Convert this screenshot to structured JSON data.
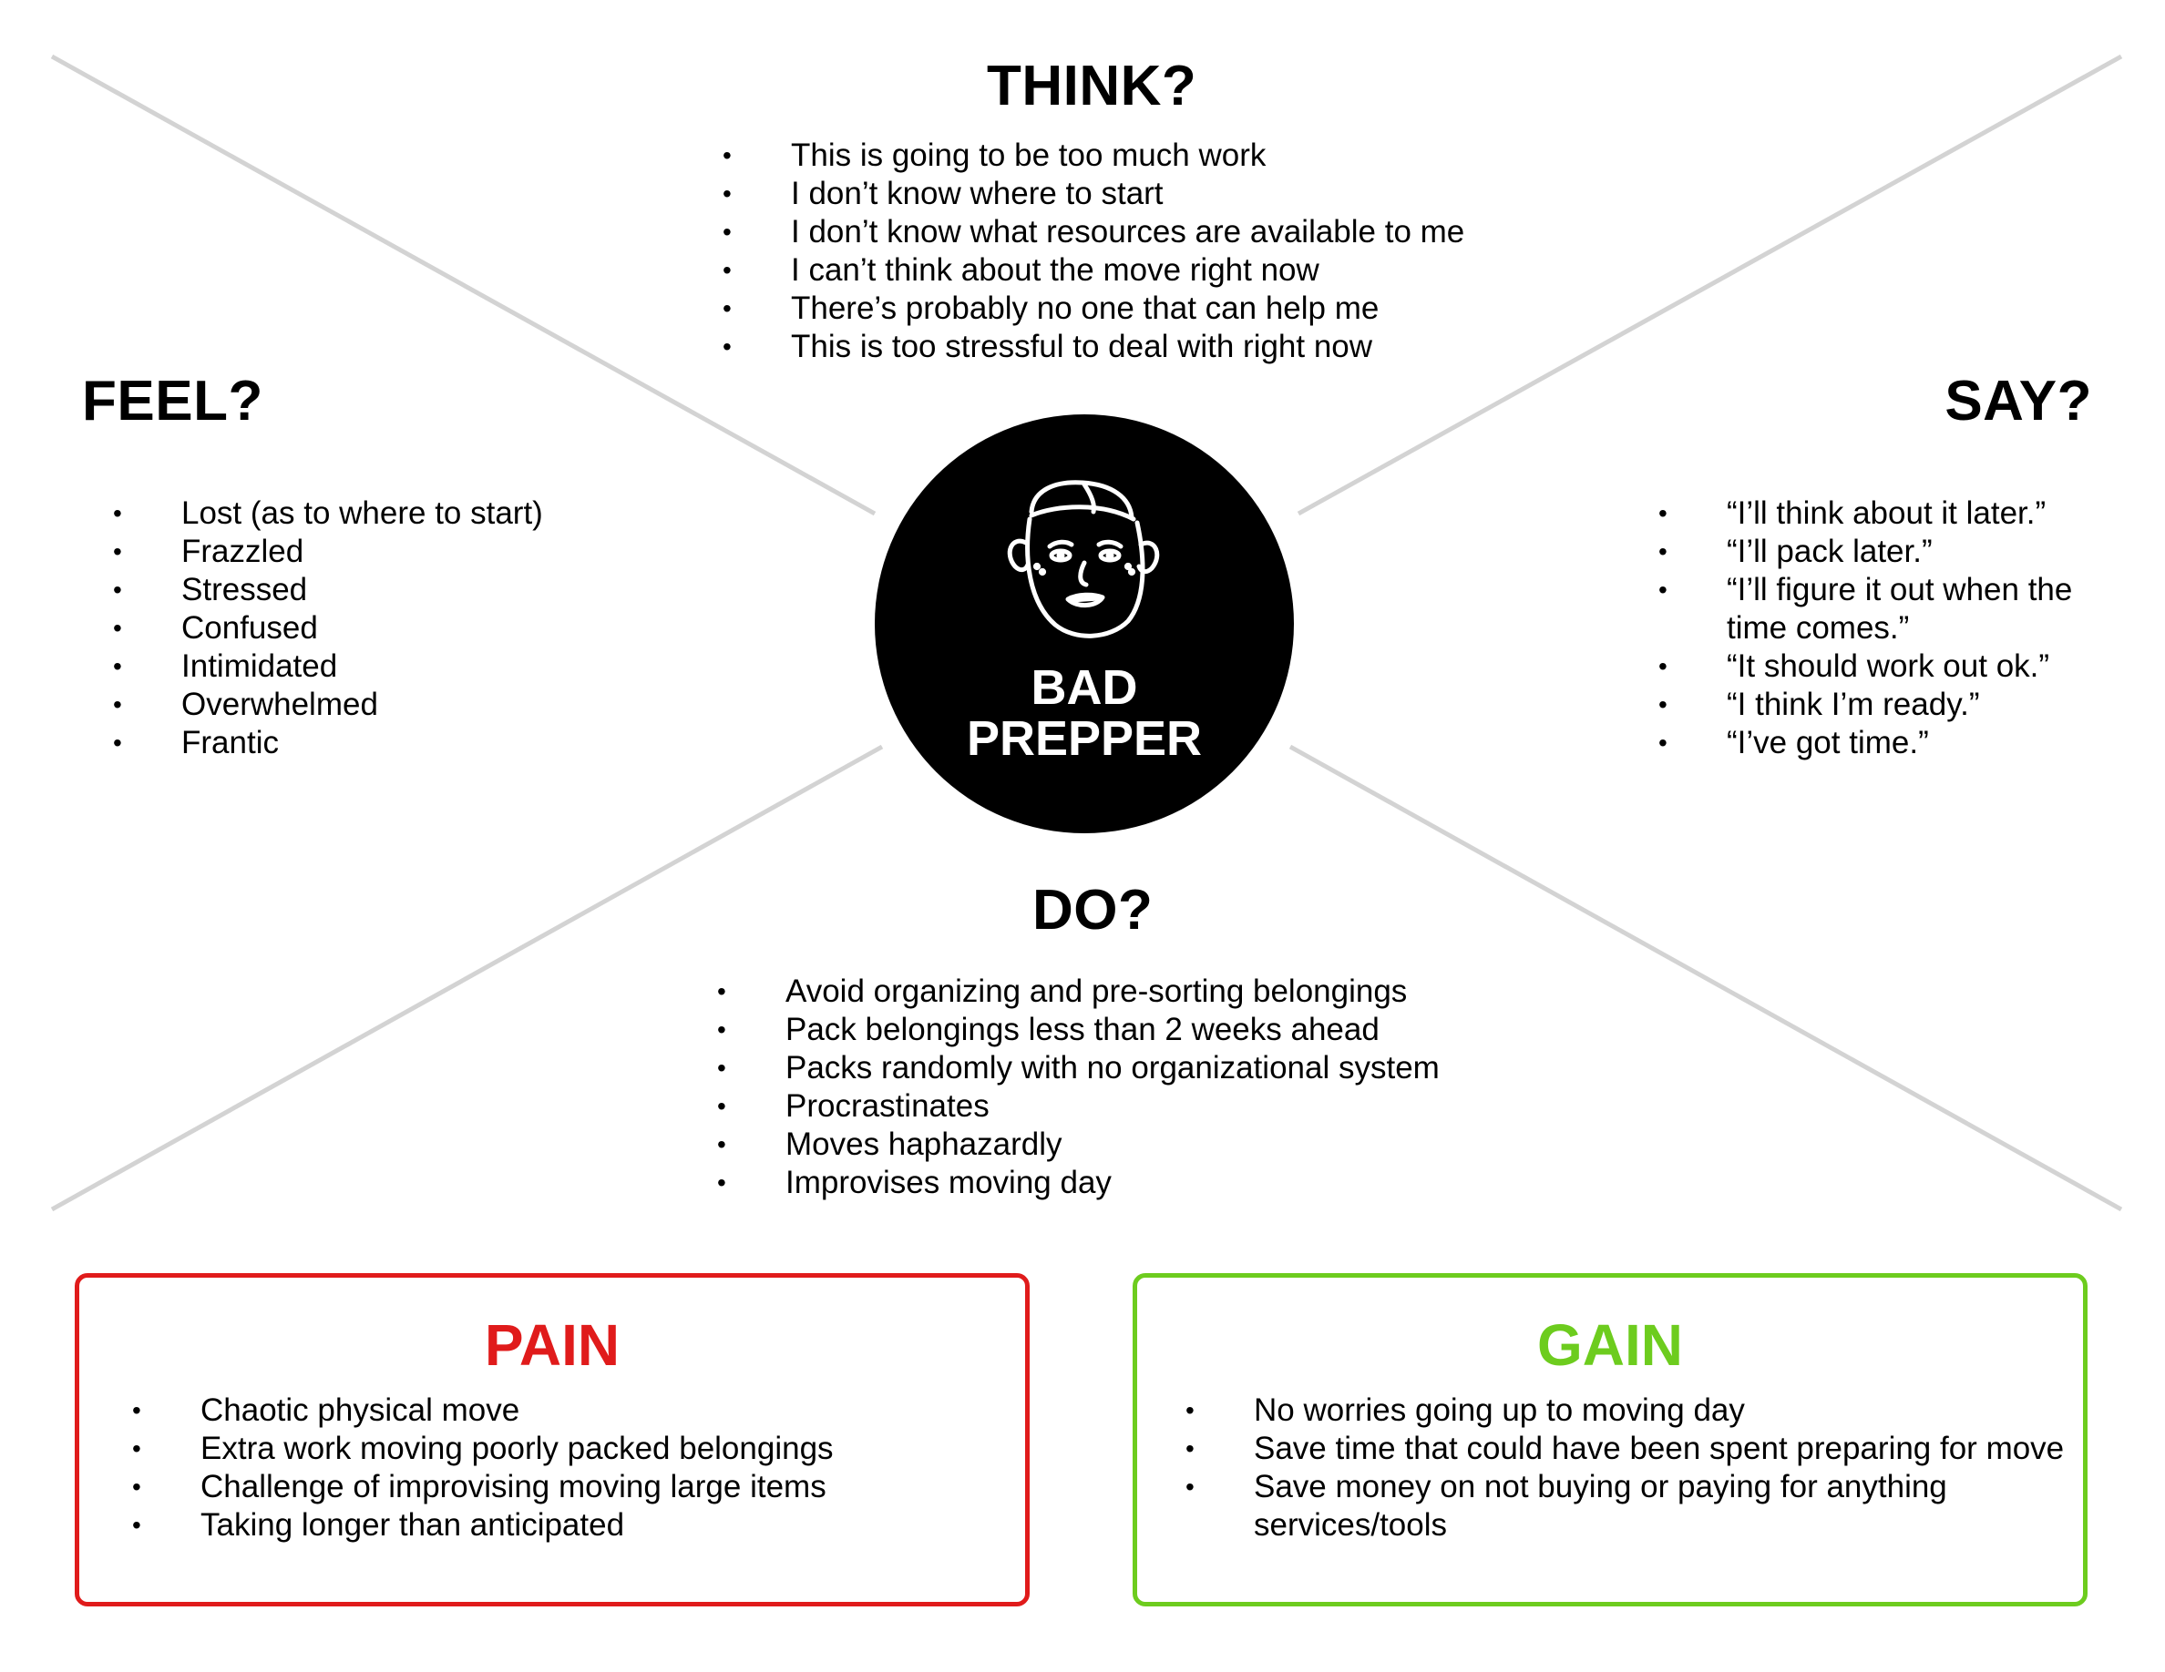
{
  "persona": {
    "name_line1": "BAD",
    "name_line2": "PREPPER",
    "icon": "person-face-icon"
  },
  "think": {
    "title": "THINK?",
    "items": [
      "This is going to be too much work",
      "I don’t know where to start",
      "I don’t know what resources are available to me",
      "I can’t think about the move right now",
      "There’s probably no one that can help me",
      "This is too stressful to deal with right now"
    ]
  },
  "feel": {
    "title": "FEEL?",
    "items": [
      "Lost (as to where to start)",
      "Frazzled",
      "Stressed",
      "Confused",
      "Intimidated",
      "Overwhelmed",
      "Frantic"
    ]
  },
  "say": {
    "title": "SAY?",
    "items": [
      "“I’ll think about it later.”",
      "“I’ll pack later.”",
      "“I’ll figure it out when the time comes.”",
      "“It should work out ok.”",
      "“I think I’m ready.”",
      "“I’ve got time.”"
    ]
  },
  "do": {
    "title": "DO?",
    "items": [
      "Avoid organizing and pre-sorting belongings",
      "Pack belongings less than 2 weeks ahead",
      "Packs randomly with no organizational system",
      "Procrastinates",
      "Moves haphazardly",
      "Improvises moving day"
    ]
  },
  "pain": {
    "title": "PAIN",
    "color": "#e01b1b",
    "items": [
      "Chaotic physical move",
      "Extra work moving poorly packed belongings",
      "Challenge of improvising moving large items",
      "Taking longer than anticipated"
    ]
  },
  "gain": {
    "title": "GAIN",
    "color": "#6dcc1e",
    "items": [
      "No worries going up to moving day",
      "Save time that could have been spent preparing for move",
      "Save money on not buying or paying for anything services/tools"
    ]
  },
  "divider_color": "#d3d3d3"
}
